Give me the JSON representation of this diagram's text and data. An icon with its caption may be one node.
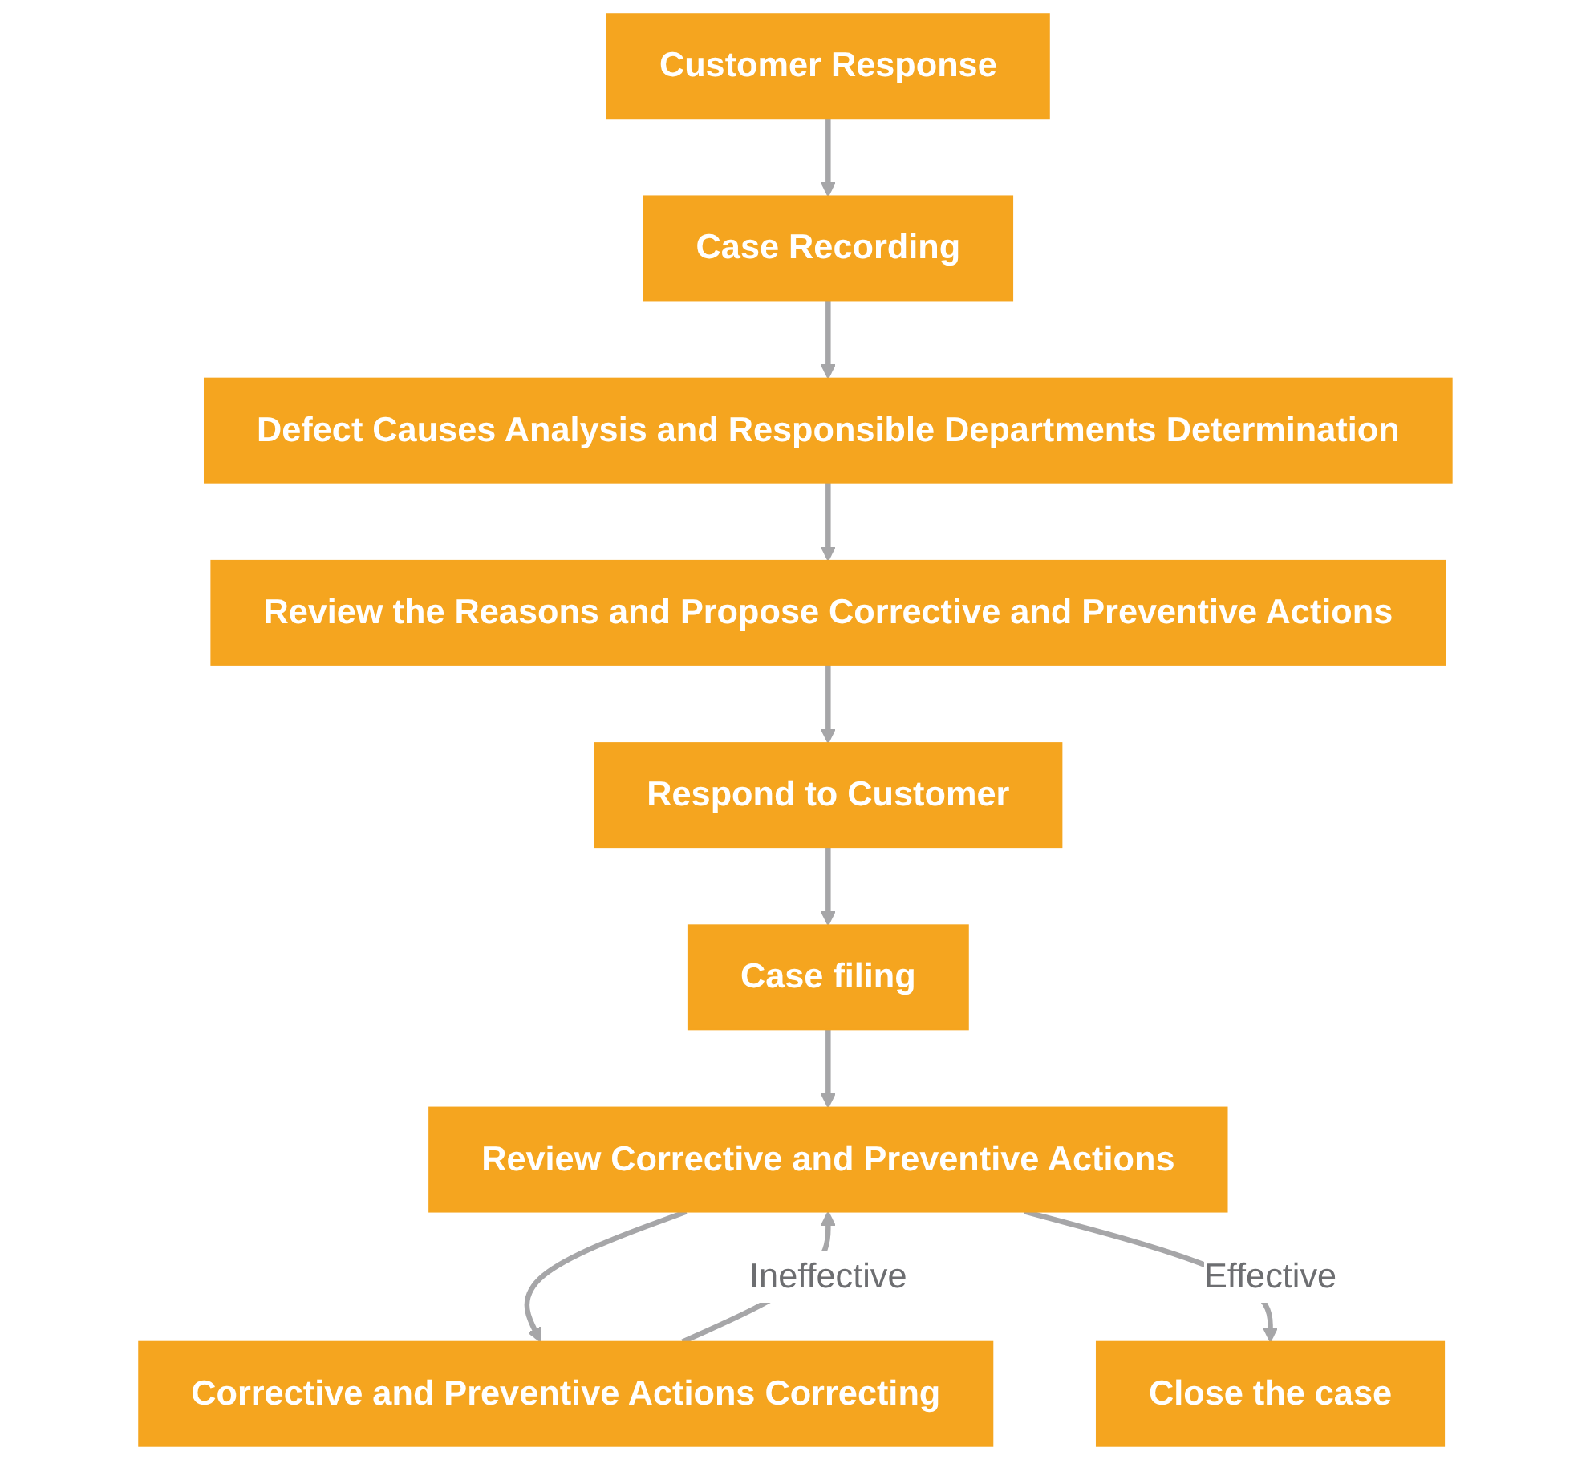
{
  "diagram": {
    "nodes": [
      {
        "text": [
          "Customer Response"
        ]
      },
      {
        "text": [
          "Case Recording"
        ]
      },
      {
        "text": [
          "Defect Causes Analysis and Responsible Departments Determination"
        ]
      },
      {
        "text": [
          "Review the Reasons and Propose Corrective and Preventive Actions"
        ]
      },
      {
        "text": [
          "Respond to Customer"
        ]
      },
      {
        "text": [
          "Case filing"
        ]
      },
      {
        "text": [
          "Review Corrective and Preventive Actions"
        ]
      },
      {
        "text": [
          "Corrective and Preventive Actions Correcting"
        ]
      },
      {
        "text": [
          "Close the case"
        ]
      }
    ],
    "edges": [
      {
        "from": 0,
        "to": 1,
        "arrow": "to"
      },
      {
        "from": 1,
        "to": 2,
        "arrow": "to"
      },
      {
        "from": 2,
        "to": 3,
        "arrow": "to"
      },
      {
        "from": 3,
        "to": 4,
        "arrow": "to"
      },
      {
        "from": 4,
        "to": 5,
        "arrow": "to"
      },
      {
        "from": 5,
        "to": 6,
        "arrow": "to"
      },
      {
        "from": 6,
        "to": 7,
        "arrow": "to"
      },
      {
        "from": 7,
        "to": 6,
        "arrow": "to",
        "label": "Ineffective"
      },
      {
        "from": 6,
        "to": 8,
        "arrow": "to",
        "label": "Effective"
      }
    ]
  }
}
